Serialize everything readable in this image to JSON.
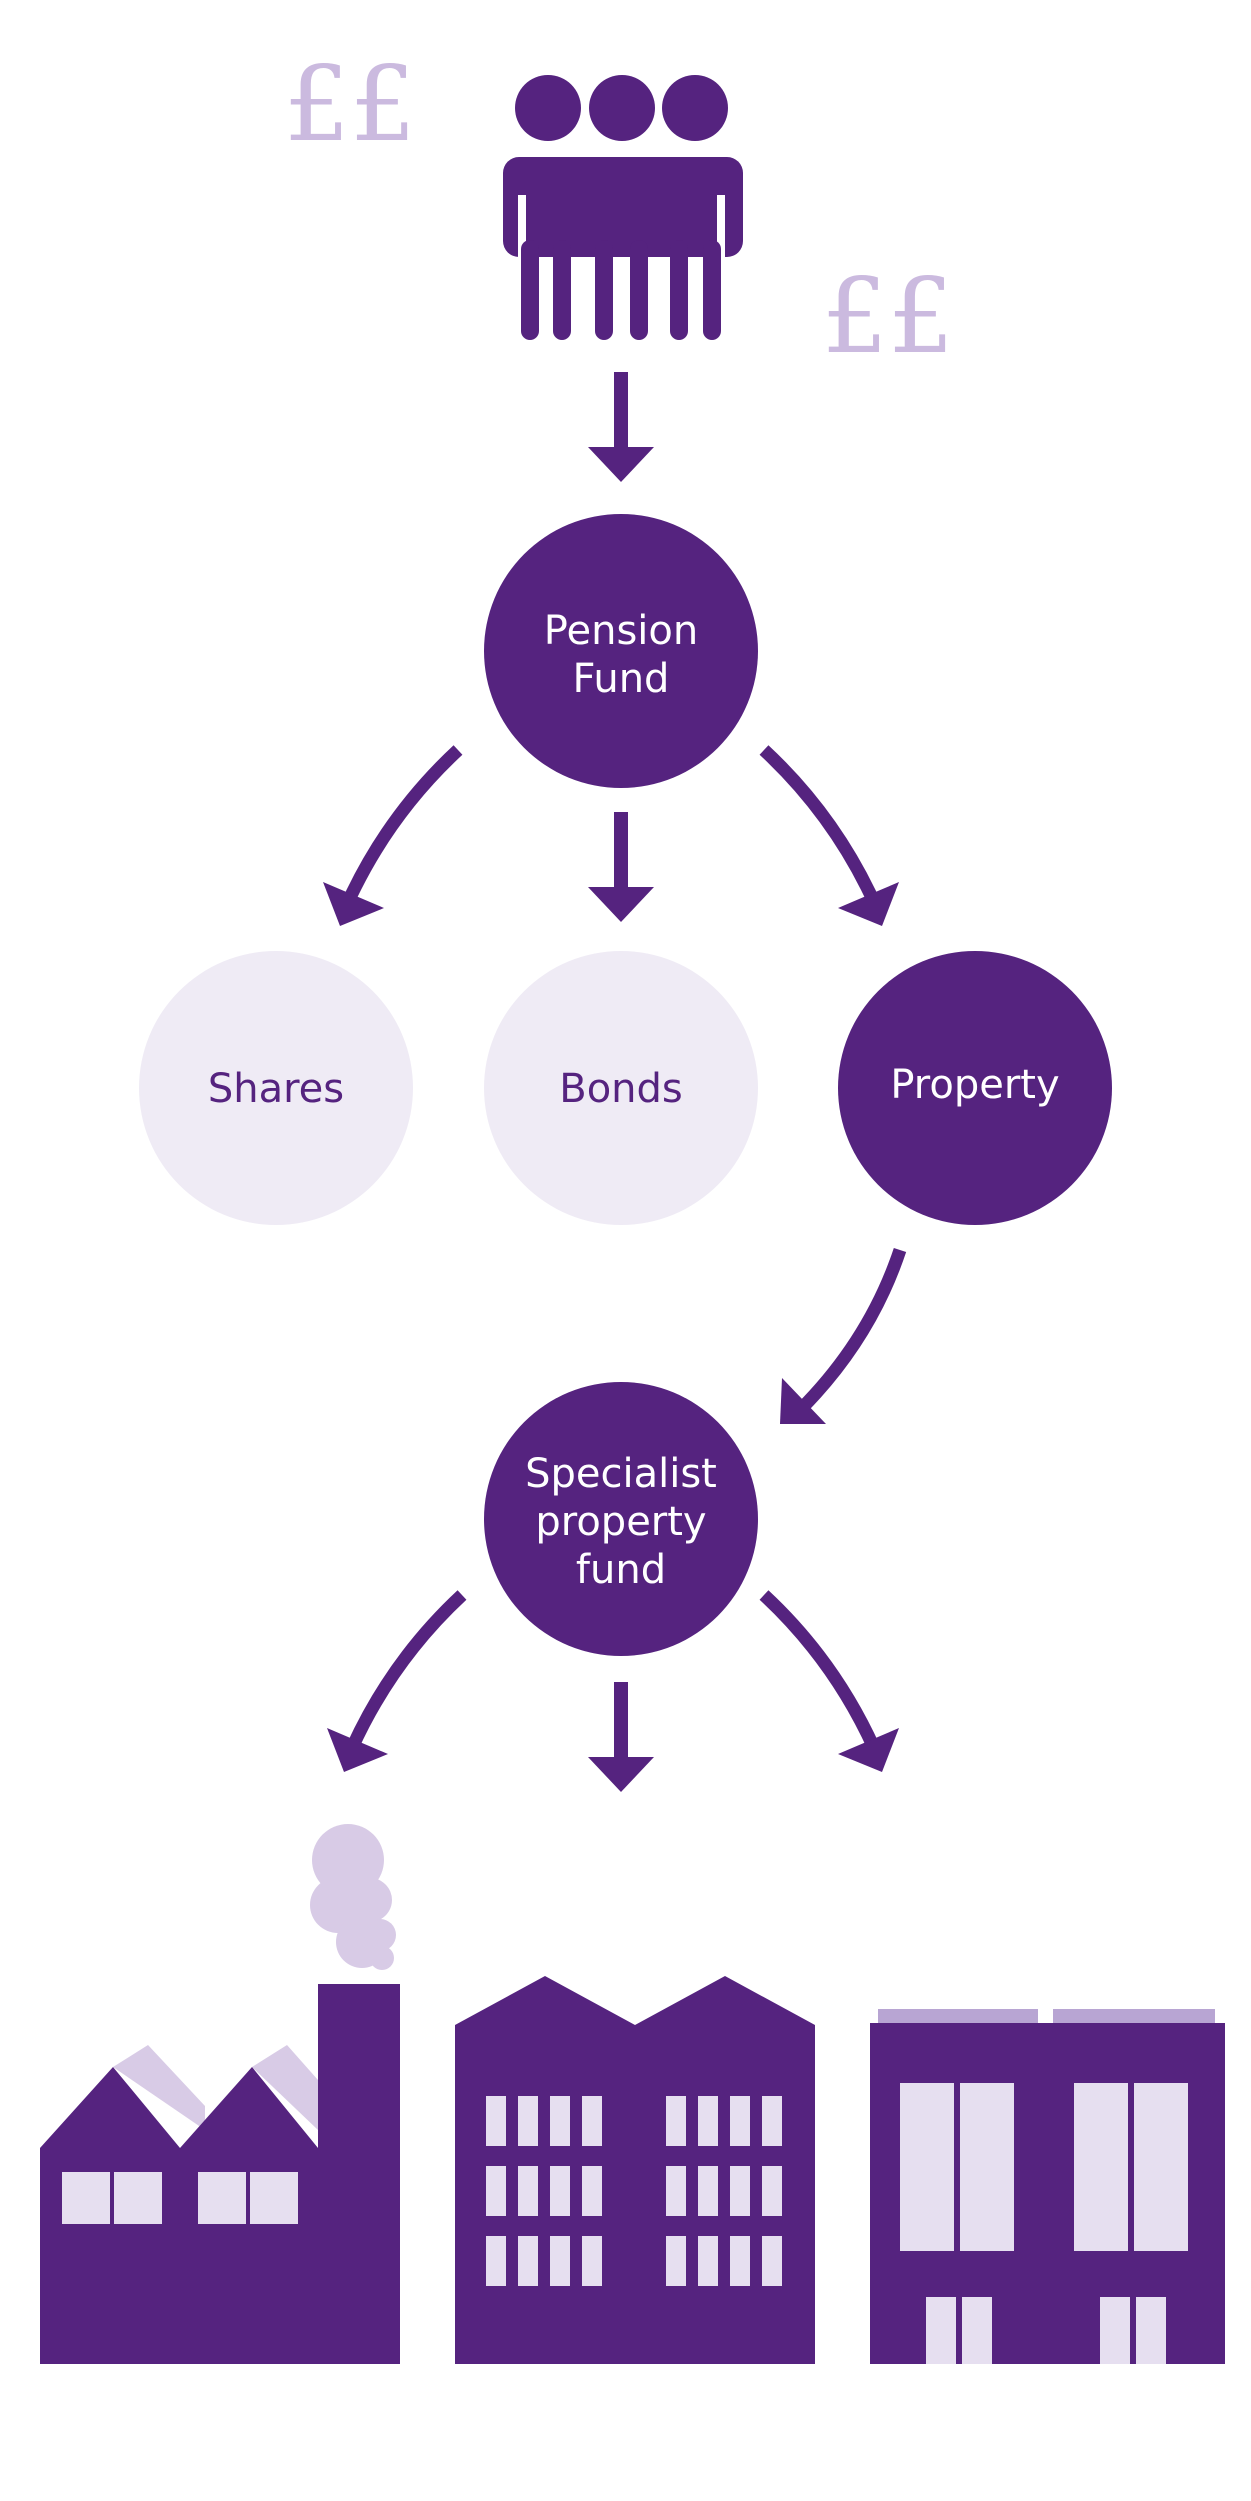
{
  "colors": {
    "primary": "#55237f",
    "light_fill": "#efebf5",
    "light_accent": "#cbbadf",
    "window": "#e6dff0",
    "text_light": "#ffffff",
    "text_dark": "#55237f"
  },
  "symbols": {
    "pound_left": "££",
    "pound_right": "££"
  },
  "nodes": {
    "pension_fund": {
      "line1": "Pension",
      "line2": "Fund"
    },
    "shares": {
      "label": "Shares"
    },
    "bonds": {
      "label": "Bonds"
    },
    "property": {
      "label": "Property"
    },
    "specialist_fund": {
      "line1": "Specialist",
      "line2": "property",
      "line3": "fund"
    }
  },
  "icons": {
    "investors": "people-group-icon",
    "factory": "factory-icon",
    "office": "office-building-icon",
    "retail": "commercial-building-icon"
  }
}
